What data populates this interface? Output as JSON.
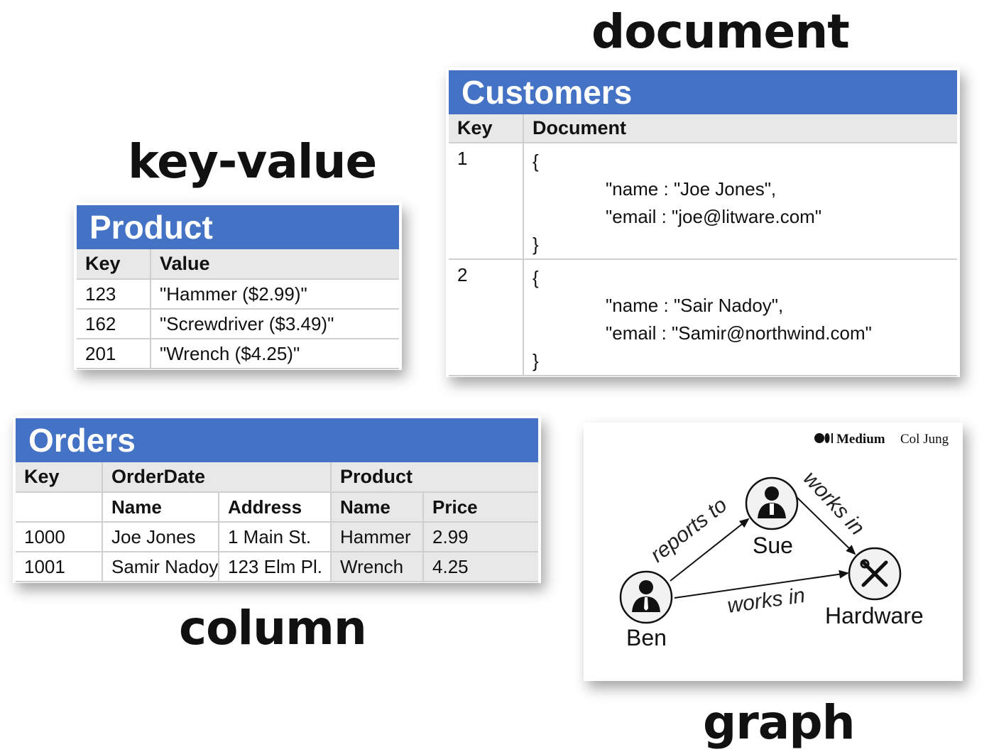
{
  "headings": {
    "document": "document",
    "key_value": "key-value",
    "column": "column",
    "graph": "graph"
  },
  "colors": {
    "header_blue": "#4472c4",
    "header_gray": "#e8e8e8"
  },
  "key_value": {
    "title": "Product",
    "columns": [
      "Key",
      "Value"
    ],
    "rows": [
      {
        "key": "123",
        "value": "\"Hammer ($2.99)\""
      },
      {
        "key": "162",
        "value": "\"Screwdriver ($3.49)\""
      },
      {
        "key": "201",
        "value": "\"Wrench ($4.25)\""
      }
    ]
  },
  "document": {
    "title": "Customers",
    "columns": [
      "Key",
      "Document"
    ],
    "rows": [
      {
        "key": "1",
        "open": "{",
        "name_line": "\"name : \"Joe Jones\",",
        "email_line": "\"email : \"joe@litware.com\"",
        "close": "}"
      },
      {
        "key": "2",
        "open": "{",
        "name_line": "\"name : \"Sair Nadoy\",",
        "email_line": "\"email : \"Samir@northwind.com\"",
        "close": "}"
      }
    ]
  },
  "column": {
    "title": "Orders",
    "group_headers": [
      "Key",
      "OrderDate",
      "Product"
    ],
    "sub_headers": [
      "",
      "Name",
      "Address",
      "Name",
      "Price"
    ],
    "rows": [
      [
        "1000",
        "Joe Jones",
        "1 Main St.",
        "Hammer",
        "2.99"
      ],
      [
        "1001",
        "Samir Nadoy",
        "123 Elm Pl.",
        "Wrench",
        "4.25"
      ]
    ]
  },
  "graph": {
    "brand": "Medium",
    "author": "Col Jung",
    "nodes": [
      {
        "id": "sue",
        "label": "Sue",
        "icon": "person-icon"
      },
      {
        "id": "ben",
        "label": "Ben",
        "icon": "person-icon"
      },
      {
        "id": "hardware",
        "label": "Hardware",
        "icon": "tools-icon"
      }
    ],
    "edges": [
      {
        "from": "ben",
        "to": "sue",
        "label": "reports to"
      },
      {
        "from": "sue",
        "to": "hardware",
        "label": "works in"
      },
      {
        "from": "ben",
        "to": "hardware",
        "label": "works in"
      }
    ]
  }
}
